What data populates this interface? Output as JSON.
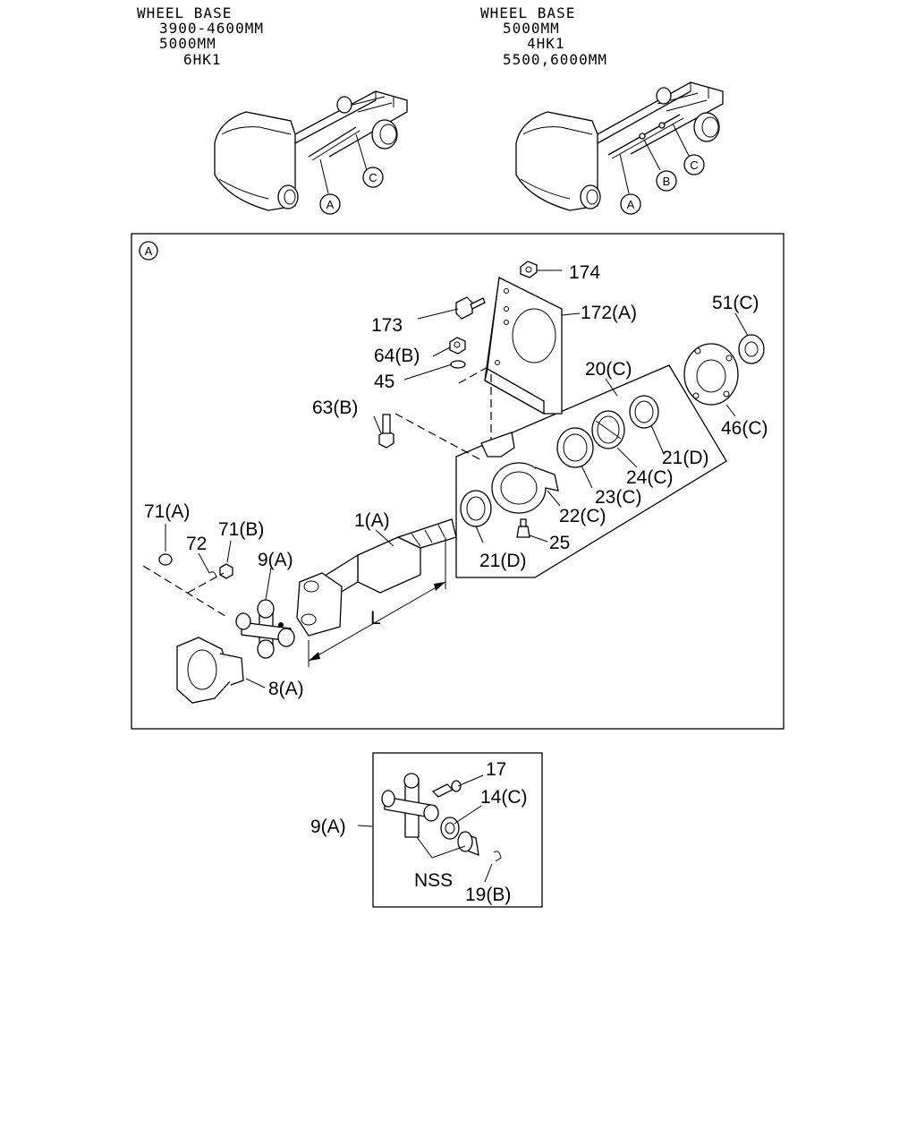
{
  "spec_left": {
    "title": "WHEEL BASE",
    "line1": "3900-4600MM",
    "line2": "5000MM",
    "line3": "6HK1"
  },
  "spec_right": {
    "title": "WHEEL BASE",
    "line1": "5000MM",
    "line2": "4HK1",
    "line3": "5500,6000MM"
  },
  "truck_left_callouts": [
    "A",
    "C"
  ],
  "truck_right_callouts": [
    "A",
    "B",
    "C"
  ],
  "detail_a": {
    "marker": "A",
    "parts": {
      "p174": "174",
      "p173": "173",
      "p172a": "172(A)",
      "p64b": "64(B)",
      "p45": "45",
      "p63b": "63(B)",
      "p20c": "20(C)",
      "p51c": "51(C)",
      "p46c": "46(C)",
      "p21d_upper": "21(D)",
      "p24c": "24(C)",
      "p23c": "23(C)",
      "p22c": "22(C)",
      "p25": "25",
      "p21d_lower": "21(D)",
      "p1a": "1(A)",
      "p71a": "71(A)",
      "p72": "72",
      "p71b": "71(B)",
      "p9a": "9(A)",
      "pL": "L",
      "p8a": "8(A)"
    }
  },
  "detail_9a": {
    "main": "9(A)",
    "p17": "17",
    "p14c": "14(C)",
    "nss": "NSS",
    "p19b": "19(B)"
  }
}
